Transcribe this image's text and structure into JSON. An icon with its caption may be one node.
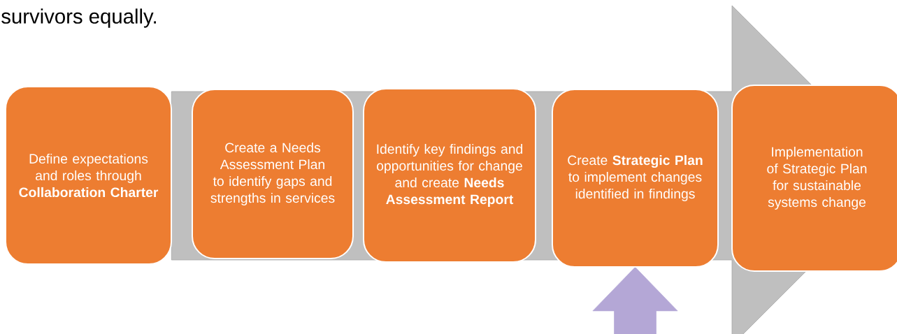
{
  "diagram": {
    "nodes": [
      {
        "text": [
          "Define expectations and roles through **Collaboration Charter**"
        ]
      },
      {
        "text": [
          "Create a Needs Assessment Plan to identify gaps and strengths in services"
        ]
      },
      {
        "text": [
          "Identify key findings and opportunities for change and create **Needs Assessment Report**"
        ]
      },
      {
        "text": [
          "Create **Strategic Plan** to implement changes identified in findings"
        ]
      },
      {
        "text": [
          "Implementation of Strategic Plan for sustainable systems change"
        ]
      }
    ],
    "edges": [
      {
        "from": 0,
        "to": 4,
        "arrow": "to",
        "style": "thick",
        "color": "#bfbfbf"
      },
      {
        "from": null,
        "to": 3,
        "arrow": "to",
        "style": "thick",
        "color": "#b4a7d6"
      }
    ],
    "labels": [
      "survivors equally."
    ]
  }
}
